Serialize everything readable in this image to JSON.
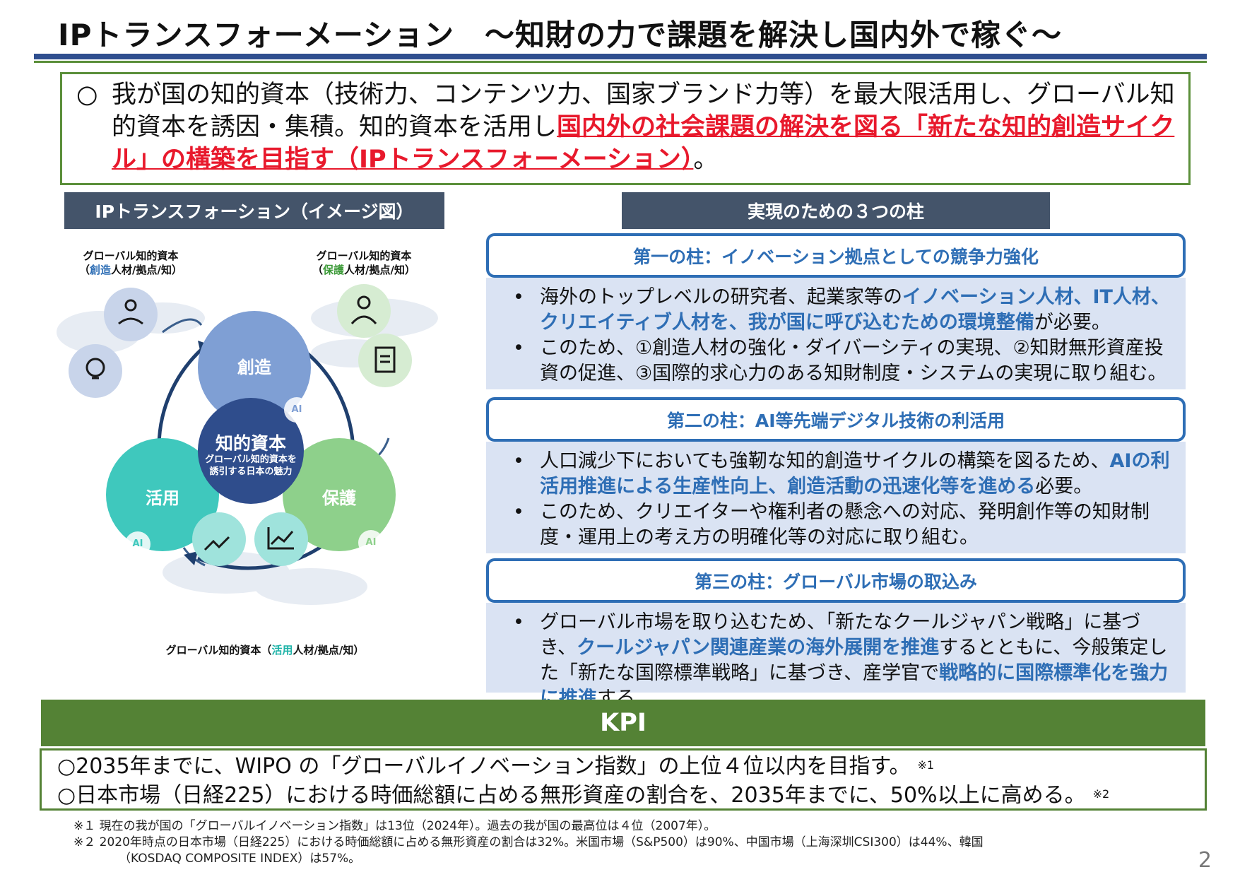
{
  "title": "IPトランスフォーメーション　～知財の力で課題を解決し国内外で稼ぐ～",
  "intro": {
    "prefix": "○",
    "text1": "我が国の知的資本（技術力、コンテンツ力、国家ブランド力等）を最大限活用し、グローバル知的資本を誘因・集積。知的資本を活用し",
    "highlight": "国内外の社会課題の解決を図る「新たな知的創造サイクル」の構築を目指す（IPトランスフォーメーション）",
    "suffix": "。"
  },
  "left_header": "IPトランスフォーション（イメージ図）",
  "right_header": "実現のための３つの柱",
  "diagram": {
    "label_top_left_1": "グローバル知的資本",
    "label_top_left_2a": "（",
    "label_top_left_2b": "創造",
    "label_top_left_2c": "人材/拠点/知）",
    "label_top_right_1": "グローバル知的資本",
    "label_top_right_2a": "（",
    "label_top_right_2b": "保護",
    "label_top_right_2c": "人材/拠点/知）",
    "label_bottom_a": "グローバル知的資本（",
    "label_bottom_b": "活用",
    "label_bottom_c": "人材/拠点/知）",
    "circle_create": "創造",
    "circle_protect": "保護",
    "circle_use": "活用",
    "center_title": "知的資本",
    "center_sub1": "グローバル知的資本を",
    "center_sub2": "誘引する日本の魅力",
    "ai": "AI"
  },
  "pillars": [
    {
      "title": "第一の柱：イノベーション拠点としての競争力強化",
      "bullets": [
        [
          {
            "t": "海外のトップレベルの研究者、起業家等の",
            "b": false
          },
          {
            "t": "イノベーション人材、IT人材、クリエイティブ人材を、我が国に呼び込むための環境整備",
            "b": true
          },
          {
            "t": "が必要。",
            "b": false
          }
        ],
        [
          {
            "t": "このため、①創造人材の強化・ダイバーシティの実現、②知財無形資産投資の促進、③国際的求心力のある知財制度・システムの実現に取り組む。",
            "b": false
          }
        ]
      ]
    },
    {
      "title": "第二の柱：AI等先端デジタル技術の利活用",
      "bullets": [
        [
          {
            "t": "人口減少下においても強靭な知的創造サイクルの構築を図るため、",
            "b": false
          },
          {
            "t": "AIの利活用推進による生産性向上、創造活動の迅速化等を進める",
            "b": true
          },
          {
            "t": "必要。",
            "b": false
          }
        ],
        [
          {
            "t": "このため、クリエイターや権利者の懸念への対応、発明創作等の知財制度・運用上の考え方の明確化等の対応に取り組む。",
            "b": false
          }
        ]
      ]
    },
    {
      "title": "第三の柱：グローバル市場の取込み",
      "bullets": [
        [
          {
            "t": "グローバル市場を取り込むため、「新たなクールジャパン戦略」に基づき、",
            "b": false
          },
          {
            "t": "クールジャパン関連産業の海外展開を推進",
            "b": true
          },
          {
            "t": "するとともに、今般策定した「新たな国際標準戦略」に基づき、産学官で",
            "b": false
          },
          {
            "t": "戦略的に国際標準化を強力に推進",
            "b": true
          },
          {
            "t": "する。",
            "b": false
          }
        ]
      ]
    }
  ],
  "bullet_char": "•",
  "kpi": {
    "head": "KPI",
    "line1": "○2035年までに、WIPO の「グローバルイノベーション指数」の上位４位以内を目指す。",
    "sup1": "※1",
    "line2": "○日本市場（日経225）における時価総額に占める無形資産の割合を、2035年までに、50%以上に高める。",
    "sup2": "※2"
  },
  "notes": {
    "n1": "※１ 現在の我が国の「グローバルイノベーション指数」は13位（2024年）。過去の我が国の最高位は４位（2007年）。",
    "n2": "※２ 2020年時点の日本市場（日経225）における時価総額に占める無形資産の割合は32%。米国市場（S&P500）は90%、中国市場（上海深圳CSI300）は44%、韓国",
    "n3": "（KOSDAQ COMPOSITE INDEX）は57%。"
  },
  "page_number": "2",
  "colors": {
    "navy": "#44546a",
    "green": "#548235",
    "blue": "#2e6eb5",
    "red": "#e8192c",
    "body_bg": "#dae3f3"
  }
}
